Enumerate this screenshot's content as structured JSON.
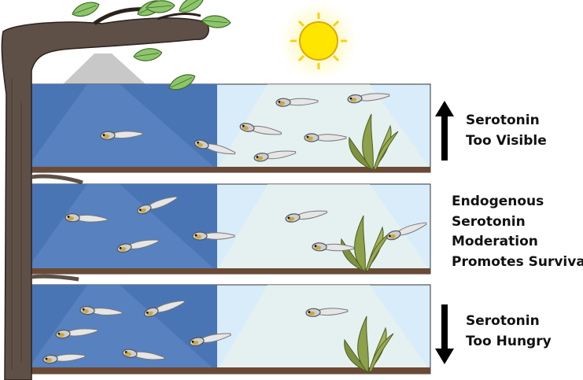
{
  "labels": {
    "top": [
      "Serotonin",
      "Too Visible"
    ],
    "middle": [
      "Endogenous",
      "Serotonin",
      "Moderation",
      "Promotes Survival"
    ],
    "bottom": [
      "Serotonin",
      "Too Hungry"
    ]
  },
  "icons": {
    "arrow_up": "arrow-up-icon",
    "arrow_down": "arrow-down-icon",
    "sun": "sun-icon",
    "tree": "tree-branch-icon",
    "plant": "aquatic-plant-icon",
    "tadpole": "tadpole-icon"
  },
  "colors": {
    "shade_water": "#4a75b5",
    "light_water": "#d9ecfa",
    "sediment": "#6b4a35",
    "bark": "#5f5047",
    "leaf": "#8dc66a",
    "sun": "#ffe600",
    "plant": "#8da04a"
  }
}
